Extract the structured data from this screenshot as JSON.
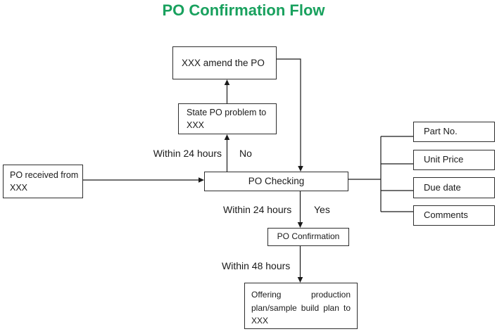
{
  "title": "PO Confirmation Flow",
  "colors": {
    "title_green": "#19A15E",
    "line_color": "#1a1a1a",
    "box_border": "#2e2e2e",
    "background": "#ffffff"
  },
  "nodes": {
    "amend": "XXX amend the PO",
    "state_problem": "State PO problem to XXX",
    "received": "PO received from XXX",
    "checking": "PO Checking",
    "confirmation": "PO Confirmation",
    "offering": "Offering production plan/sample build plan to XXX"
  },
  "details": [
    "Part No.",
    "Unit Price",
    "Due date",
    "Comments"
  ],
  "labels": {
    "within24_no": "Within 24 hours",
    "no": "No",
    "within24_yes": "Within 24 hours",
    "yes": "Yes",
    "within48": "Within 48 hours"
  }
}
